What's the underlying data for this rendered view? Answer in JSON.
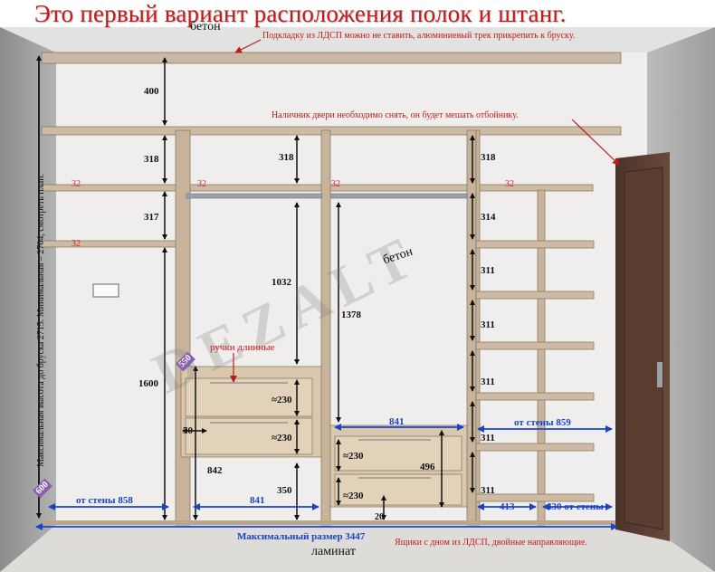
{
  "title": "Это первый вариант расположения полок и штанг.",
  "labels": {
    "ceiling": "бетон",
    "wall": "бетон",
    "floor": "ламинат",
    "watermark": "DEZALT"
  },
  "notes": {
    "top": "Подкладку из ЛДСП можно не ставить, алюминиевый трек прикрепить к бруску.",
    "door": "Наличник двери необходимо снять, он будет мешать отбойнику.",
    "handles": "ручки длинные",
    "drawers": "Ящики с дном из ЛДСП, двойные направляющие.",
    "height": "Максимальная высота до бруска 2715. Минимальная – 2704, смотреть план."
  },
  "dimensions": {
    "left": [
      "400",
      "318",
      "317",
      "1600"
    ],
    "middle_left": [
      "318",
      "1032",
      "≈230",
      "≈230",
      "842",
      "350",
      "50"
    ],
    "middle": [
      "1378",
      "≈230",
      "≈230",
      "496",
      "20"
    ],
    "right": [
      "318",
      "314",
      "311",
      "311",
      "311",
      "311",
      "311"
    ],
    "shelf_thickness": [
      "32",
      "32",
      "32",
      "32",
      "32"
    ],
    "angle_top": "550",
    "angle_bottom": "600"
  },
  "blue_dims": {
    "left_width": "от стены 858",
    "mid_left_width": "841",
    "mid_width": "841",
    "right_wall": "от стены 859",
    "right_a": "413",
    "right_b": "430 от стены",
    "max_width": "Максимальный размер 3447"
  }
}
